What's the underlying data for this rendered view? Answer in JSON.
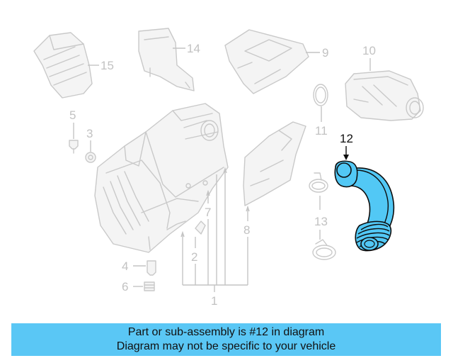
{
  "diagram": {
    "callouts": {
      "c1": "1",
      "c2": "2",
      "c3": "3",
      "c4": "4",
      "c5": "5",
      "c6": "6",
      "c7": "7",
      "c8": "8",
      "c9": "9",
      "c10": "10",
      "c11": "11",
      "c12": "12",
      "c13": "13",
      "c14": "14",
      "c15": "15"
    },
    "highlight_color": "#52c8f5",
    "dim_color": "#c2c2c2"
  },
  "banner": {
    "line1": "Part or sub-assembly is #12 in diagram",
    "line2": "Diagram may not be specific to your vehicle",
    "background": "#5ac7f5"
  }
}
